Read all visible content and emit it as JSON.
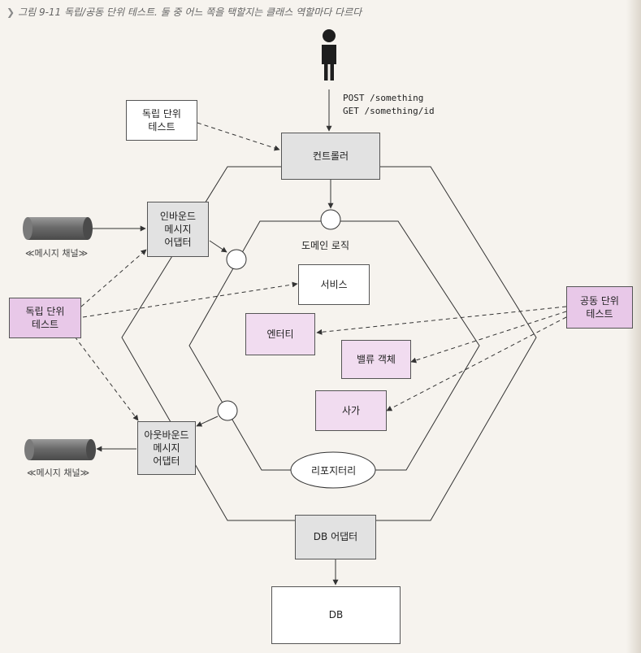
{
  "caption": {
    "icon": "check-chevron-icon",
    "text": "그림 9-11 독립/공동 단위 테스트. 둘 중 어느 쪽을 택할지는 클래스 역할마다 다르다"
  },
  "request": {
    "lines": "POST /something\nGET /something/id"
  },
  "nodes": {
    "controller": "컨트롤러",
    "inbound_adapter": "인바운드\n메시지\n어댑터",
    "outbound_adapter": "아웃바운드\n메시지\n어댑터",
    "domain_logic": "도메인 로직",
    "service": "서비스",
    "entity": "엔터티",
    "value_object": "밸류 객체",
    "saga": "사가",
    "repository": "리포지터리",
    "db_adapter": "DB 어댑터",
    "db": "DB",
    "solitary_test_top": "독립 단위\n테스트",
    "solitary_test_left": "독립 단위\n테스트",
    "sociable_test_right": "공동 단위\n테스트",
    "message_channel_in": "≪메시지 채널≫",
    "message_channel_out": "≪메시지 채널≫"
  },
  "colors": {
    "grey_box": "#e2e2e2",
    "pink_box": "#f1dcf0",
    "pink_deep": "#e8c8e8",
    "line": "#333333"
  }
}
